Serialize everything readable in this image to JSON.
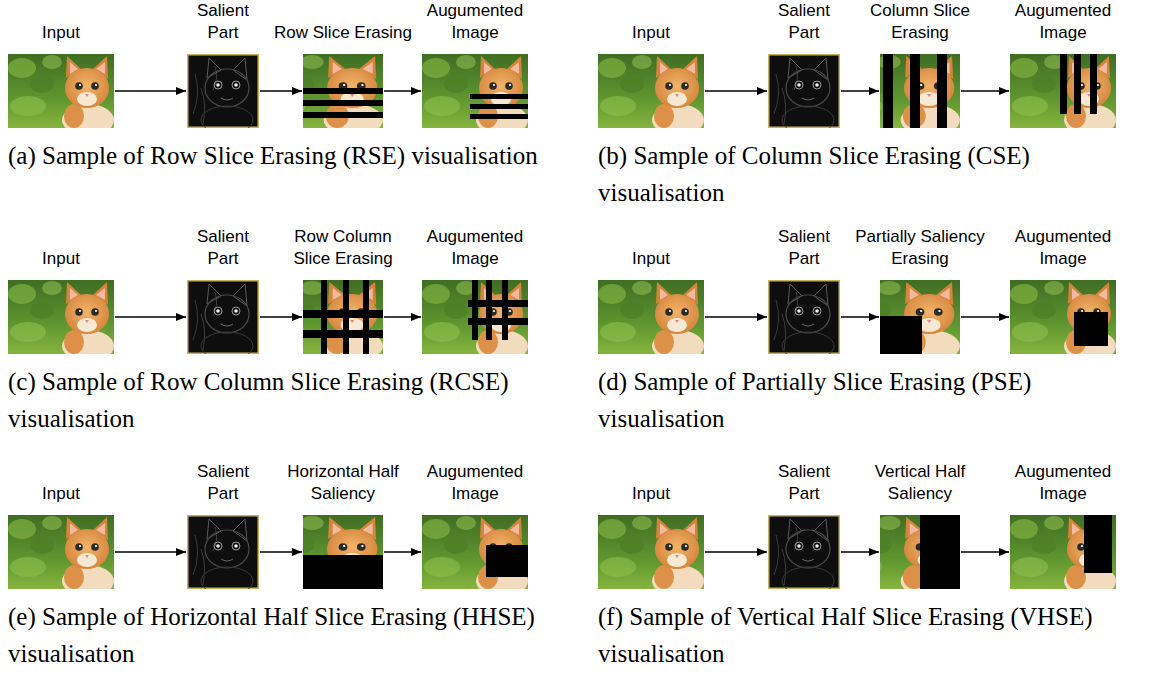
{
  "diagram": {
    "nodes": [
      {
        "text": [
          "Input"
        ]
      },
      {
        "text": [
          "Salient Part"
        ]
      },
      {
        "text": [
          "Row Slice Erasing"
        ]
      },
      {
        "text": [
          "Augumented Image"
        ]
      },
      {
        "text": [
          "Input"
        ]
      },
      {
        "text": [
          "Salient Part"
        ]
      },
      {
        "text": [
          "Column Slice Erasing"
        ]
      },
      {
        "text": [
          "Augumented Image"
        ]
      },
      {
        "text": [
          "Input"
        ]
      },
      {
        "text": [
          "Salient Part"
        ]
      },
      {
        "text": [
          "Row Column Slice Erasing"
        ]
      },
      {
        "text": [
          "Augumented Image"
        ]
      },
      {
        "text": [
          "Input"
        ]
      },
      {
        "text": [
          "Salient Part"
        ]
      },
      {
        "text": [
          "Partially Saliency Erasing"
        ]
      },
      {
        "text": [
          "Augumented Image"
        ]
      },
      {
        "text": [
          "Input"
        ]
      },
      {
        "text": [
          "Salient Part"
        ]
      },
      {
        "text": [
          "Horizontal Half Saliency"
        ]
      },
      {
        "text": [
          "Augumented Image"
        ]
      },
      {
        "text": [
          "Input"
        ]
      },
      {
        "text": [
          "Salient Part"
        ]
      },
      {
        "text": [
          "Vertical Half Saliency"
        ]
      },
      {
        "text": [
          "Augumented Image"
        ]
      }
    ],
    "edges": [
      {
        "from": 0,
        "to": 1,
        "arrow": "to"
      },
      {
        "from": 1,
        "to": 2,
        "arrow": "to"
      },
      {
        "from": 2,
        "to": 3,
        "arrow": "to"
      },
      {
        "from": 4,
        "to": 5,
        "arrow": "to"
      },
      {
        "from": 5,
        "to": 6,
        "arrow": "to"
      },
      {
        "from": 6,
        "to": 7,
        "arrow": "to"
      },
      {
        "from": 8,
        "to": 9,
        "arrow": "to"
      },
      {
        "from": 9,
        "to": 10,
        "arrow": "to"
      },
      {
        "from": 10,
        "to": 11,
        "arrow": "to"
      },
      {
        "from": 12,
        "to": 13,
        "arrow": "to"
      },
      {
        "from": 13,
        "to": 14,
        "arrow": "to"
      },
      {
        "from": 14,
        "to": 15,
        "arrow": "to"
      },
      {
        "from": 16,
        "to": 17,
        "arrow": "to"
      },
      {
        "from": 17,
        "to": 18,
        "arrow": "to"
      },
      {
        "from": 18,
        "to": 19,
        "arrow": "to"
      },
      {
        "from": 20,
        "to": 21,
        "arrow": "to"
      },
      {
        "from": 21,
        "to": 22,
        "arrow": "to"
      },
      {
        "from": 22,
        "to": 23,
        "arrow": "to"
      }
    ],
    "labels": [
      "(a) Sample of Row Slice Erasing (RSE) visualisation",
      "(b) Sample of Column Slice Erasing (CSE) visualisation",
      "(c) Sample of Row Column Slice Erasing (RCSE) visualisation",
      "(d) Sample of Partially Slice Erasing (PSE) visualisation",
      "(e) Sample of Horizontal Half Slice Erasing (HHSE) visualisation",
      "(f) Sample of Vertical Half Slice Erasing (VHSE) visualisation"
    ]
  }
}
